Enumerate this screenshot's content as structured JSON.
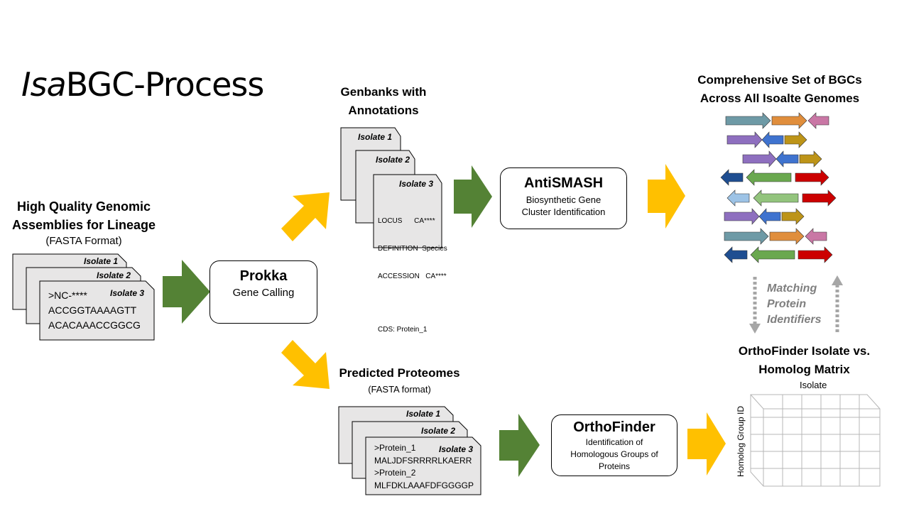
{
  "title": {
    "italic": "Isa",
    "rest": "BGC-Process"
  },
  "input": {
    "heading_line1": "High Quality Genomic",
    "heading_line2": "Assemblies for Lineage",
    "subheading": "(FASTA Format)",
    "doc_labels": [
      "Isolate 1",
      "Isolate 2",
      "Isolate 3"
    ],
    "doc_lines": [
      ">NC-****",
      "ACCGGTAAAAGTT",
      "ACACAAACCGGCG"
    ]
  },
  "prokka": {
    "name": "Prokka",
    "desc": "Gene Calling"
  },
  "genbanks": {
    "heading_line1": "Genbanks with",
    "heading_line2": "Annotations",
    "doc_labels": [
      "Isolate 1",
      "Isolate 2",
      "Isolate 3"
    ],
    "doc_lines": [
      "LOCUS      CA****",
      "DEFINITION  Species",
      "ACCESSION   CA****",
      "",
      "CDS: Protein_1"
    ]
  },
  "antismash": {
    "name": "AntiSMASH",
    "desc_line1": "Biosynthetic Gene",
    "desc_line2": "Cluster Identification"
  },
  "bgcs": {
    "heading_line1": "Comprehensive Set of BGCs",
    "heading_line2": "Across All Isoalte Genomes"
  },
  "matching": {
    "line1": "Matching",
    "line2": "Protein",
    "line3": "Identifiers"
  },
  "proteomes": {
    "heading": "Predicted Proteomes",
    "subheading": "(FASTA format)",
    "doc_labels": [
      "Isolate 1",
      "Isolate 2",
      "Isolate 3"
    ],
    "doc_lines": [
      ">Protein_1",
      "MALJDFSRRRRLKAERR",
      ">Protein_2",
      "MLFDKLAAAFDFGGGGP"
    ]
  },
  "orthofinder": {
    "name": "OrthoFinder",
    "desc_line1": "Identification of",
    "desc_line2": "Homologous Groups of",
    "desc_line3": "Proteins"
  },
  "matrix": {
    "heading_line1": "OrthoFinder Isolate vs.",
    "heading_line2": "Homolog Matrix",
    "col_label": "Isolate",
    "row_label": "Homolog Group ID"
  },
  "colors": {
    "green": "#548235",
    "gold": "#ffc000",
    "gray_arrow": "#a6a6a6",
    "doc_fill": "#e7e6e6"
  }
}
